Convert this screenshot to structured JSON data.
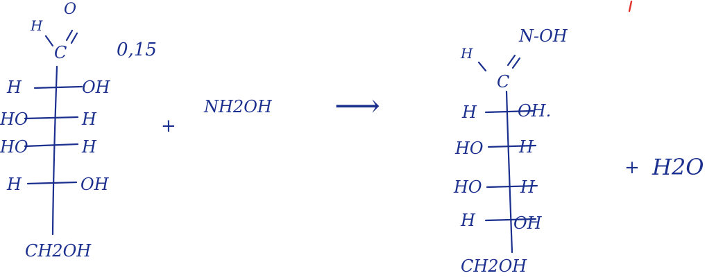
{
  "colors": {
    "ink": "#1b2f8e",
    "accent": "#e0322b",
    "paper": "#ffffff"
  },
  "reactant_sugar": {
    "aldehyde_h": "H",
    "aldehyde_o": "O",
    "aldehyde_c": "C",
    "coefficient": "0,15",
    "rows": [
      {
        "left": "H",
        "right": "OH"
      },
      {
        "left": "HO",
        "right": "H"
      },
      {
        "left": "HO",
        "right": "H"
      },
      {
        "left": "H",
        "right": "OH"
      }
    ],
    "bottom": "CH2OH"
  },
  "plus_1": "+",
  "reagent": "NH2OH",
  "arrow": "⟶",
  "product_sugar": {
    "top_h": "H",
    "top_c": "C",
    "oxime_group": "N-OH",
    "rows": [
      {
        "left": "H",
        "right": "OH."
      },
      {
        "left": "HO",
        "right": "H"
      },
      {
        "left": "HO",
        "right": "H"
      },
      {
        "left": "H",
        "right": "OH"
      }
    ],
    "bottom": "CH2OH"
  },
  "plus_2": "+",
  "water": "H2O"
}
